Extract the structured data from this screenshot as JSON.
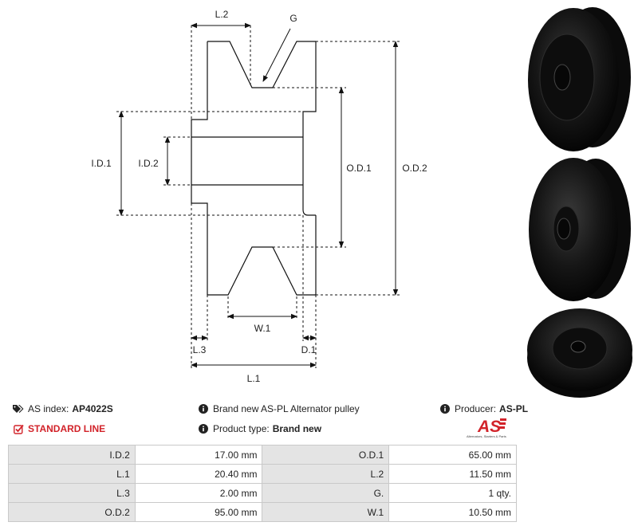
{
  "diagram": {
    "labels": {
      "l2": "L.2",
      "g": "G",
      "id1": "I.D.1",
      "id2": "I.D.2",
      "od1": "O.D.1",
      "od2": "O.D.2",
      "w1": "W.1",
      "l3": "L.3",
      "d1": "D.1",
      "l1": "L.1"
    }
  },
  "info": {
    "as_index_label": "AS index:",
    "as_index_value": "AP4022S",
    "standard_line": "STANDARD LINE",
    "description": "Brand new AS-PL Alternator pulley",
    "product_type_label": "Product type:",
    "product_type_value": "Brand new",
    "producer_label": "Producer:",
    "producer_value": "AS-PL",
    "logo_text": "AS",
    "logo_tagline": "Alternators, Starters & Parts"
  },
  "colors": {
    "accent": "#d2232a",
    "header_cell": "#e4e4e4",
    "border": "#c9c9c9"
  },
  "specs": [
    {
      "k1": "I.D.2",
      "v1": "17.00 mm",
      "k2": "O.D.1",
      "v2": "65.00 mm"
    },
    {
      "k1": "L.1",
      "v1": "20.40 mm",
      "k2": "L.2",
      "v2": "11.50 mm"
    },
    {
      "k1": "L.3",
      "v1": "2.00 mm",
      "k2": "G.",
      "v2": "1 qty."
    },
    {
      "k1": "O.D.2",
      "v1": "95.00 mm",
      "k2": "W.1",
      "v2": "10.50 mm"
    }
  ]
}
